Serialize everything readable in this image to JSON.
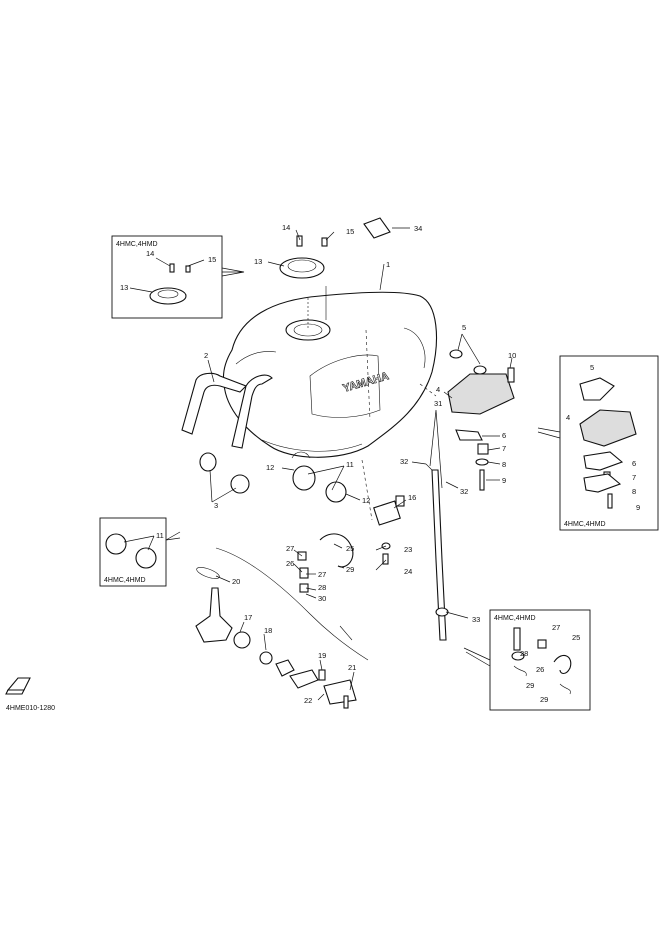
{
  "diagram": {
    "code": "4HME010-1280",
    "callouts": [
      "1",
      "2",
      "3",
      "4",
      "5",
      "6",
      "7",
      "8",
      "9",
      "10",
      "11",
      "12",
      "12",
      "13",
      "14",
      "15",
      "16",
      "17",
      "18",
      "19",
      "20",
      "21",
      "22",
      "23",
      "24",
      "25",
      "26",
      "27",
      "27",
      "28",
      "29",
      "30",
      "31",
      "32",
      "32",
      "33",
      "34"
    ],
    "boxes": {
      "cap": {
        "title": "4HMC,4HMD",
        "labels": [
          "14",
          "15",
          "13"
        ]
      },
      "bracket": {
        "title": "4HMC,4HMD",
        "labels": [
          "5",
          "4",
          "6",
          "7",
          "8",
          "9"
        ]
      },
      "grommet": {
        "title": "4HMC,4HMD",
        "labels": [
          "11"
        ]
      },
      "hose": {
        "title": "4HMC,4HMD",
        "labels": [
          "27",
          "25",
          "28",
          "26",
          "29",
          "29"
        ]
      }
    }
  }
}
